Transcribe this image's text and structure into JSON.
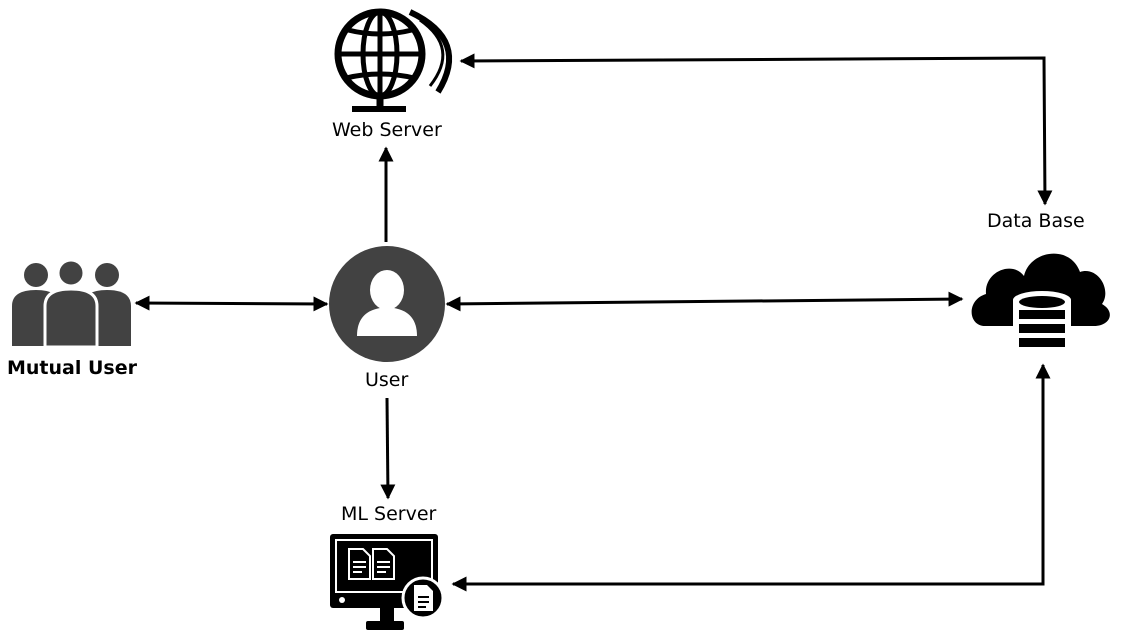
{
  "nodes": {
    "web_server": {
      "label": "Web Server",
      "icon": "globe-icon"
    },
    "data_base": {
      "label": "Data Base",
      "icon": "cloud-database-icon"
    },
    "mutual_user": {
      "label": "Mutual User",
      "icon": "user-group-icon"
    },
    "user": {
      "label": "User",
      "icon": "user-avatar-icon"
    },
    "ml_server": {
      "label": "ML Server",
      "icon": "monitor-documents-icon"
    }
  },
  "edges": [
    {
      "from": "Mutual User",
      "to": "User",
      "direction": "both"
    },
    {
      "from": "User",
      "to": "Web Server",
      "direction": "forward"
    },
    {
      "from": "User",
      "to": "Data Base",
      "direction": "both"
    },
    {
      "from": "User",
      "to": "ML Server",
      "direction": "forward"
    },
    {
      "from": "Web Server",
      "to": "Data Base",
      "direction": "both"
    },
    {
      "from": "Data Base",
      "to": "ML Server",
      "direction": "both"
    }
  ],
  "colors": {
    "line": "#000000",
    "icon_dark": "#000000",
    "icon_gray": "#424242",
    "background": "#ffffff"
  }
}
